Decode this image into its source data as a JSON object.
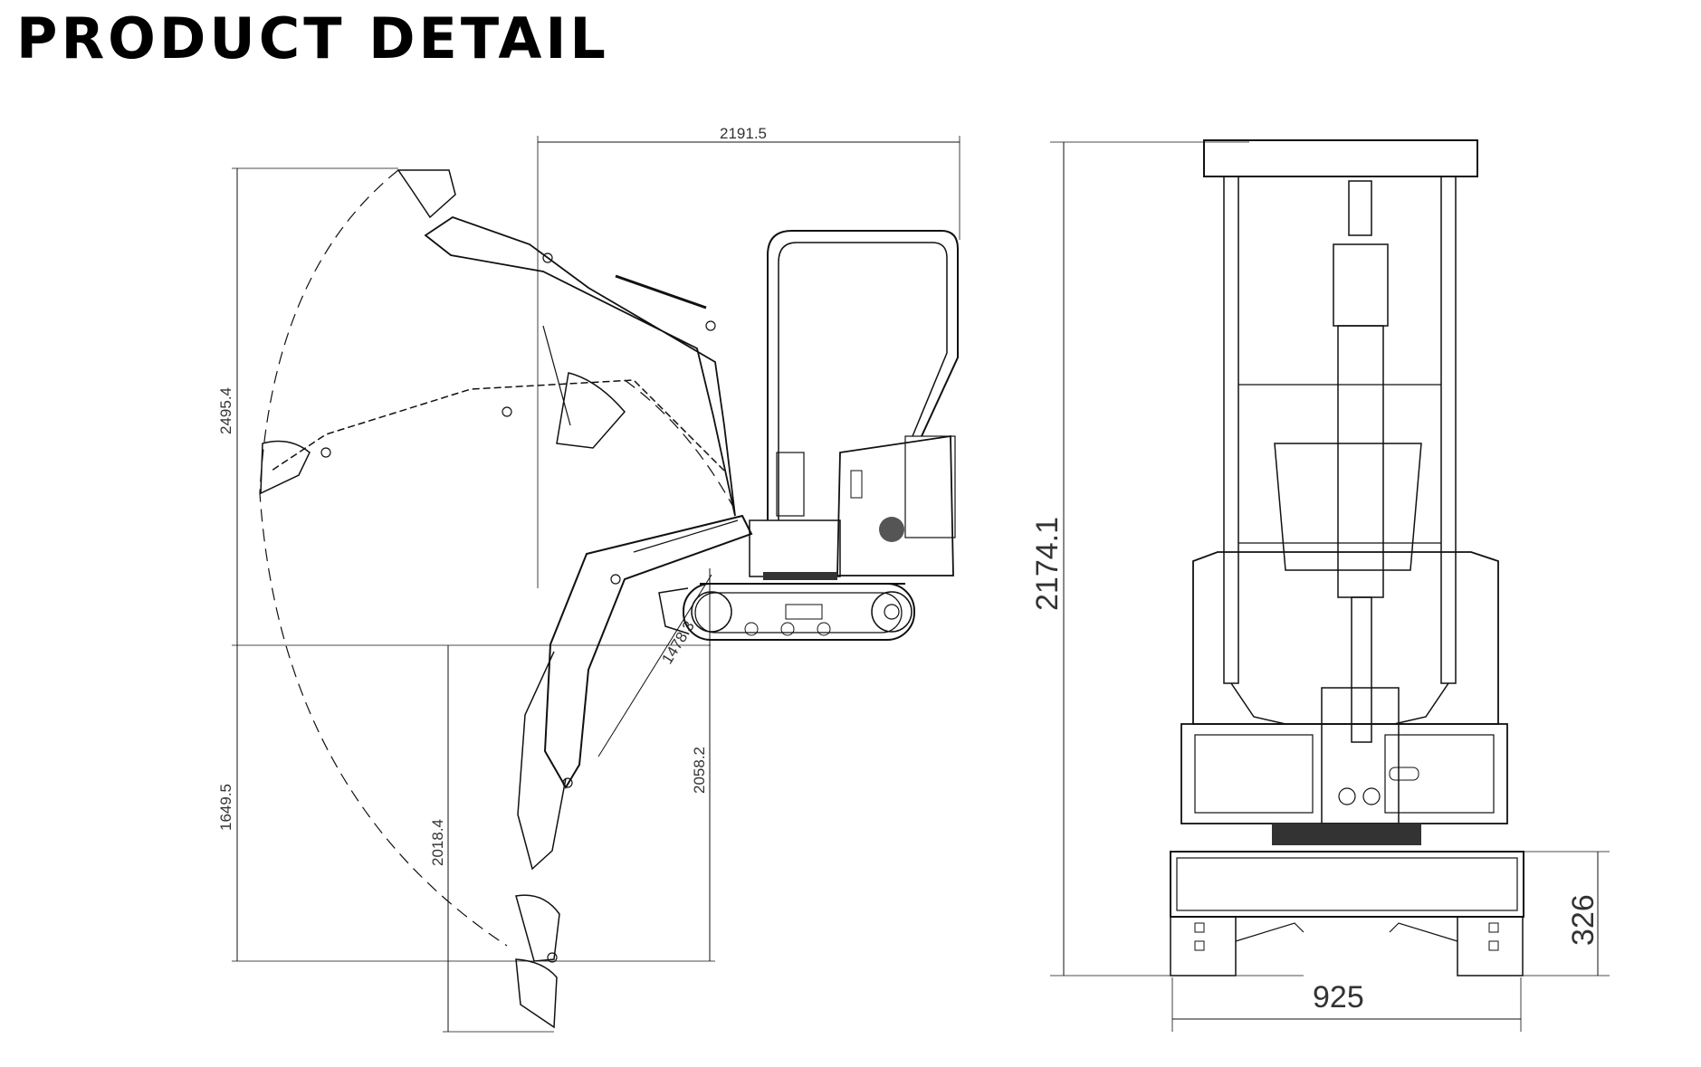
{
  "header": {
    "title": "PRODUCT DETAIL"
  },
  "side_view": {
    "dims": {
      "overall_length": "2191.5",
      "max_dig_height": "2495.4",
      "max_dump_height": "1649.5",
      "max_dig_depth": "2018.4",
      "max_vertical_wall_depth": "2058.2",
      "boom_reach_diag": "1478.3"
    }
  },
  "front_view": {
    "dims": {
      "overall_height": "2174.1",
      "track_height": "326",
      "width": "925"
    }
  },
  "colors": {
    "line": "#111111",
    "dim_text": "#333333",
    "background": "#ffffff"
  }
}
